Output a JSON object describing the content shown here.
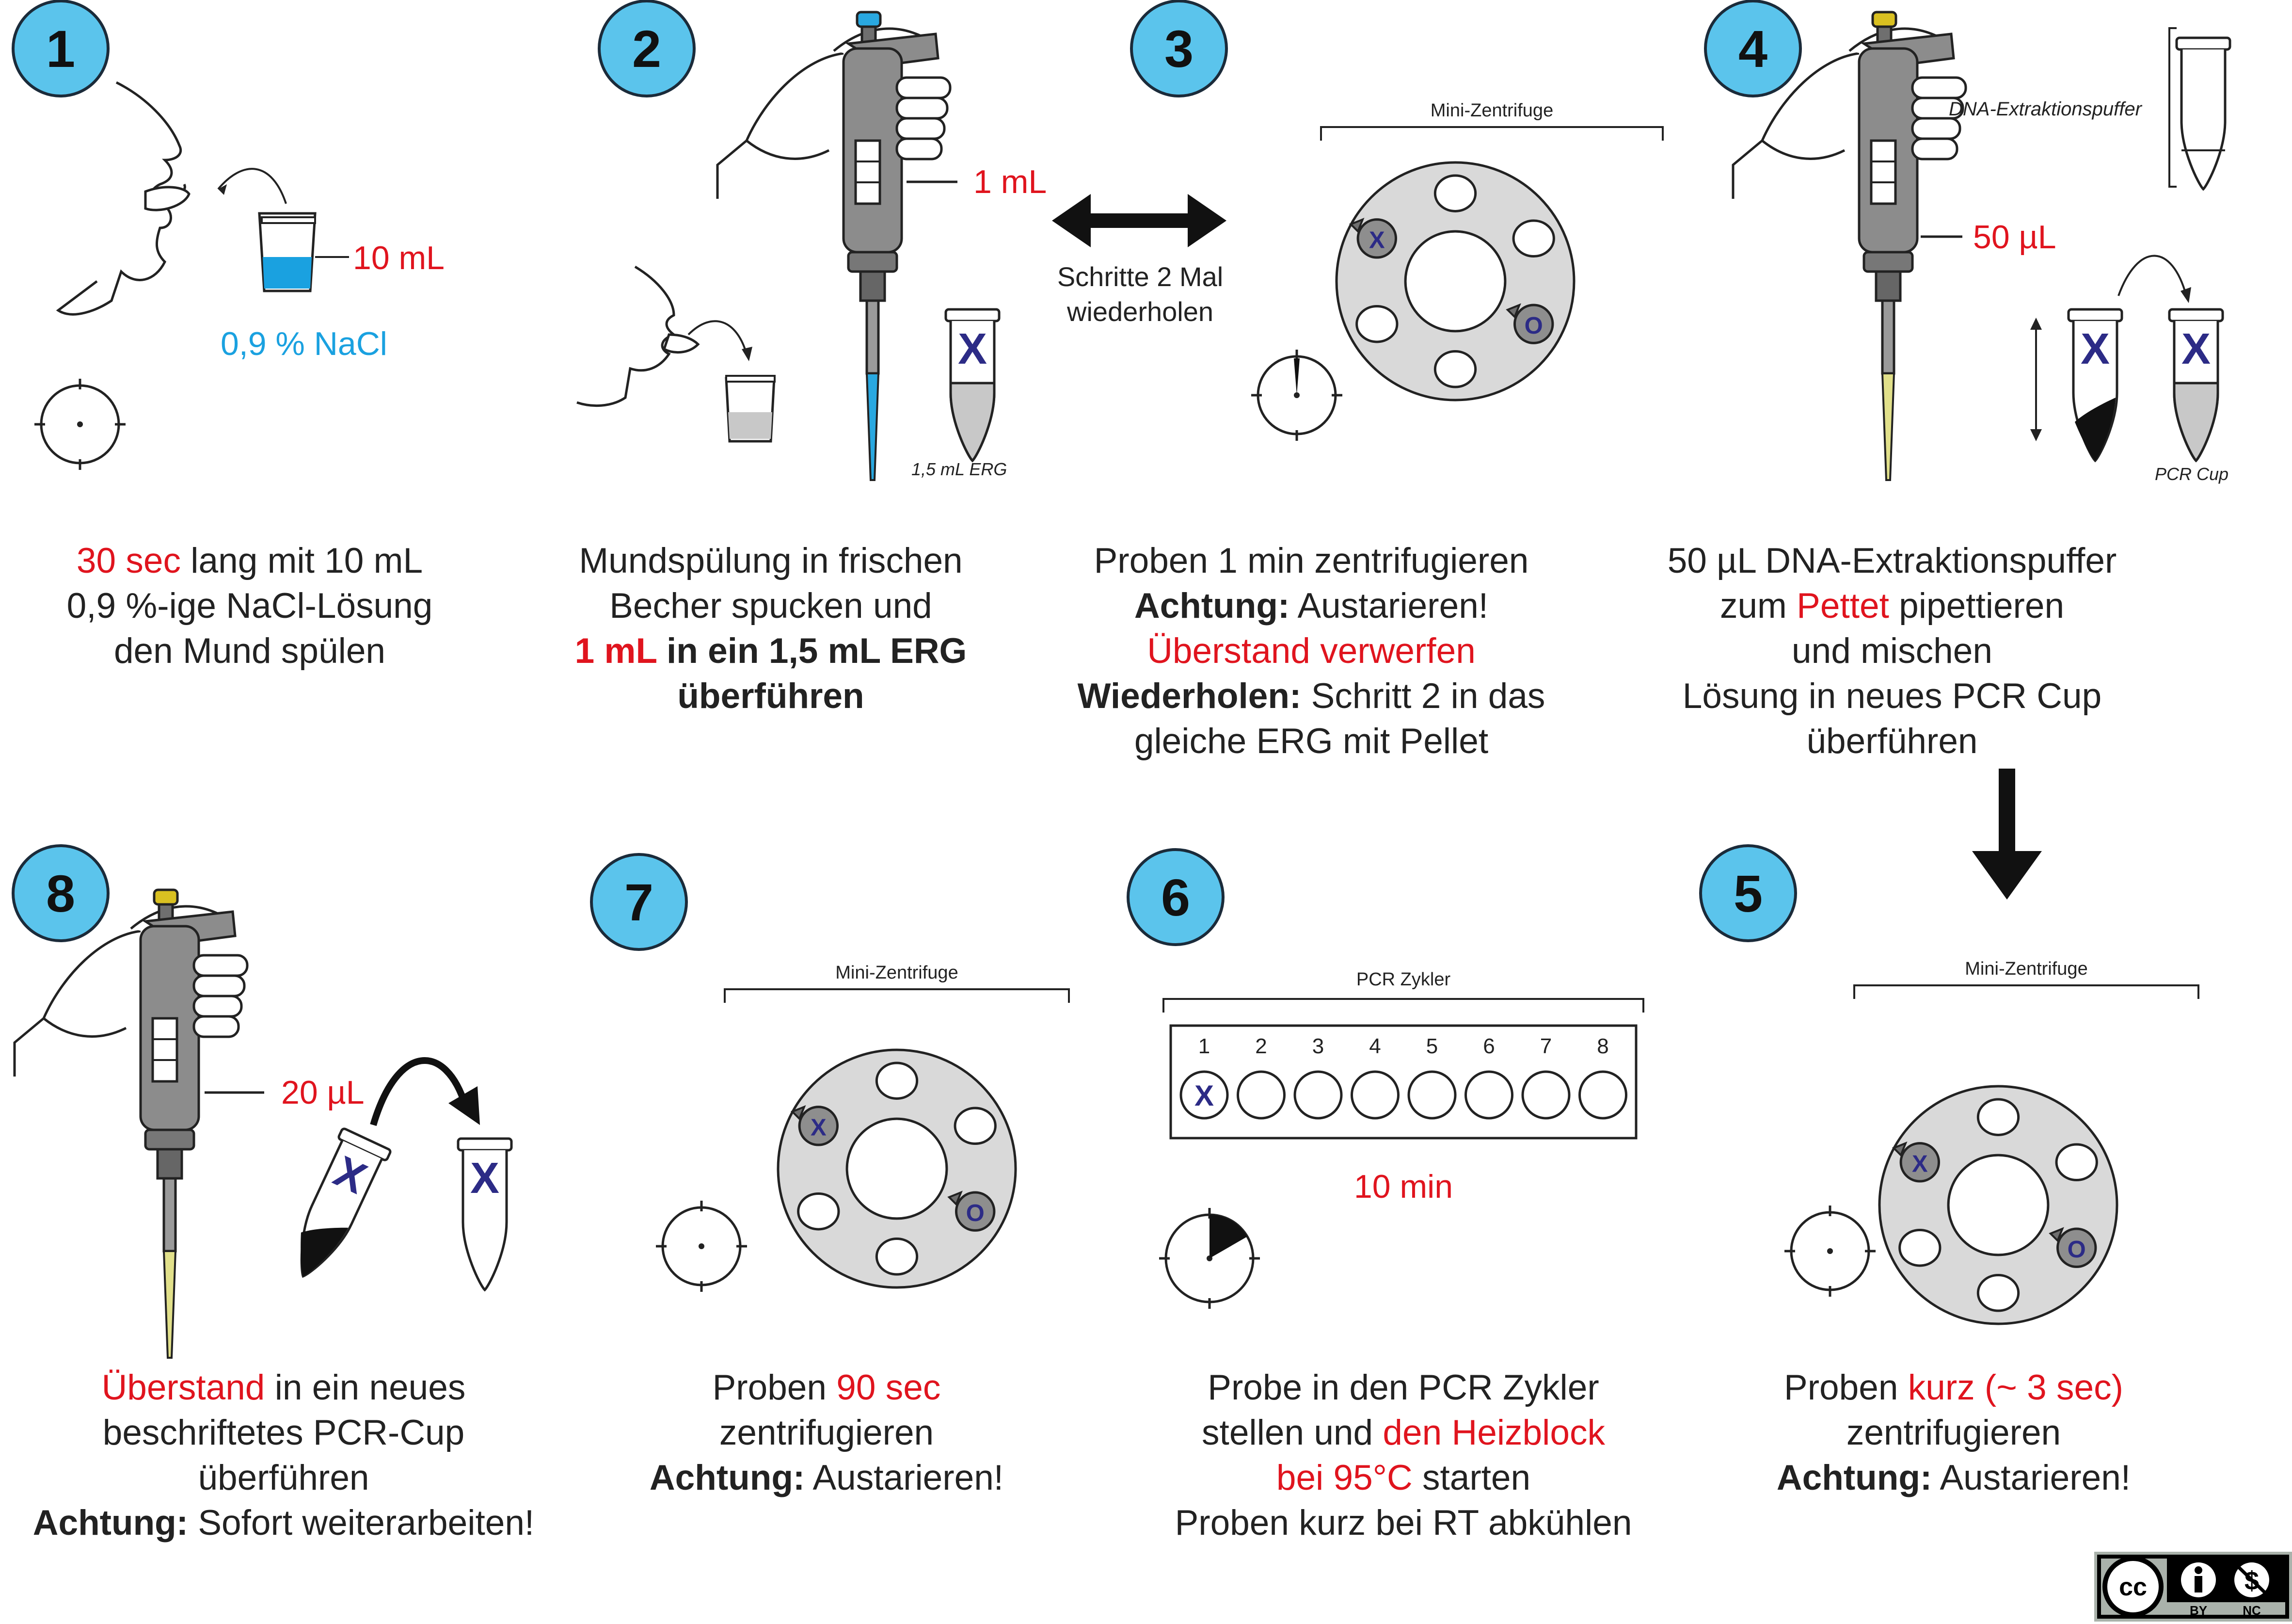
{
  "colors": {
    "step_badge": "#5bc4ec",
    "accent_red": "#e0141e",
    "nacl_blue": "#1aa1e0",
    "rotor_gray": "#d9d9d9",
    "pipette_gray": "#8c8c8c",
    "tube_x_mark": "#2c2b86",
    "tip_blue": "#29a8e0",
    "tip_yellow": "#e1e08a"
  },
  "icons": [
    "mouth-rinse-icon",
    "beaker-icon",
    "pipette-icon",
    "hand-icon",
    "tube-icon",
    "centrifuge-icon",
    "timer-icon",
    "double-arrow-icon",
    "down-arrow-icon",
    "curved-arrow-icon",
    "pcr-plate-icon",
    "cc-license-icon"
  ],
  "steps": [
    {
      "number": "1",
      "labels": {
        "volume": "10 mL",
        "solution": "0,9 % NaCl"
      },
      "caption": [
        [
          {
            "t": "30 sec",
            "s": "red"
          },
          {
            "t": " lang mit 10 mL"
          }
        ],
        [
          {
            "t": "0,9 %-ige NaCl-Lösung"
          }
        ],
        [
          {
            "t": "den Mund spülen"
          }
        ]
      ]
    },
    {
      "number": "2",
      "labels": {
        "volume": "1 mL",
        "tube": "1,5 mL ERG"
      },
      "caption": [
        [
          {
            "t": "Mundspülung in frischen"
          }
        ],
        [
          {
            "t": "Becher spucken und"
          }
        ],
        [
          {
            "t": "1 mL",
            "s": "red b"
          },
          {
            "t": " in ein 1,5 mL ERG",
            "s": "b"
          }
        ],
        [
          {
            "t": "überführen",
            "s": "b"
          }
        ]
      ]
    },
    {
      "number": "3",
      "labels": {
        "device": "Mini-Zentrifuge"
      },
      "caption": [
        [
          {
            "t": "Proben 1 min zentrifugieren"
          }
        ],
        [
          {
            "t": "Achtung:",
            "s": "b"
          },
          {
            "t": " Austarieren!"
          }
        ],
        [
          {
            "t": "Überstand verwerfen",
            "s": "red"
          }
        ],
        [
          {
            "t": "Wiederholen:",
            "s": "b"
          },
          {
            "t": " Schritt 2 in das"
          }
        ],
        [
          {
            "t": "gleiche ERG mit Pellet"
          }
        ]
      ]
    },
    {
      "number": "4",
      "labels": {
        "volume": "50 µL",
        "buffer": "DNA-Extraktionspuffer",
        "tube": "PCR Cup"
      },
      "caption": [
        [
          {
            "t": "50 µL DNA-Extraktionspuffer"
          }
        ],
        [
          {
            "t": "zum "
          },
          {
            "t": "Pettet",
            "s": "red"
          },
          {
            "t": " pipettieren"
          }
        ],
        [
          {
            "t": "und mischen"
          }
        ],
        [
          {
            "t": "Lösung in neues PCR Cup"
          }
        ],
        [
          {
            "t": "überführen"
          }
        ]
      ]
    },
    {
      "number": "5",
      "labels": {
        "device": "Mini-Zentrifuge"
      },
      "caption": [
        [
          {
            "t": "Proben "
          },
          {
            "t": "kurz (~ 3 sec)",
            "s": "red"
          }
        ],
        [
          {
            "t": "zentrifugieren"
          }
        ],
        [
          {
            "t": "Achtung:",
            "s": "b"
          },
          {
            "t": " Austarieren!"
          }
        ]
      ]
    },
    {
      "number": "6",
      "labels": {
        "device": "PCR Zykler",
        "time": "10 min",
        "wells": [
          "1",
          "2",
          "3",
          "4",
          "5",
          "6",
          "7",
          "8"
        ]
      },
      "caption": [
        [
          {
            "t": "Probe in den PCR Zykler"
          }
        ],
        [
          {
            "t": "stellen und "
          },
          {
            "t": "den Heizblock",
            "s": "red"
          }
        ],
        [
          {
            "t": "bei 95°C",
            "s": "red"
          },
          {
            "t": " starten"
          }
        ],
        [
          {
            "t": "Proben kurz bei RT abkühlen"
          }
        ]
      ]
    },
    {
      "number": "7",
      "labels": {
        "device": "Mini-Zentrifuge"
      },
      "caption": [
        [
          {
            "t": "Proben "
          },
          {
            "t": "90 sec",
            "s": "red"
          }
        ],
        [
          {
            "t": "zentrifugieren"
          }
        ],
        [
          {
            "t": "Achtung:",
            "s": "b"
          },
          {
            "t": " Austarieren!"
          }
        ]
      ]
    },
    {
      "number": "8",
      "labels": {
        "volume": "20 µL"
      },
      "caption": [
        [
          {
            "t": "Überstand",
            "s": "red"
          },
          {
            "t": " in ein neues"
          }
        ],
        [
          {
            "t": "beschriftetes PCR-Cup"
          }
        ],
        [
          {
            "t": "überführen"
          }
        ],
        [
          {
            "t": "Achtung:",
            "s": "b"
          },
          {
            "t": " Sofort weiterarbeiten!"
          }
        ]
      ]
    }
  ],
  "repeat_note": [
    "Schritte 2 Mal",
    "wiederholen"
  ],
  "tube_marks": {
    "x": "X",
    "o": "O"
  },
  "license": {
    "by": "BY",
    "nc": "NC",
    "cc": "cc"
  }
}
